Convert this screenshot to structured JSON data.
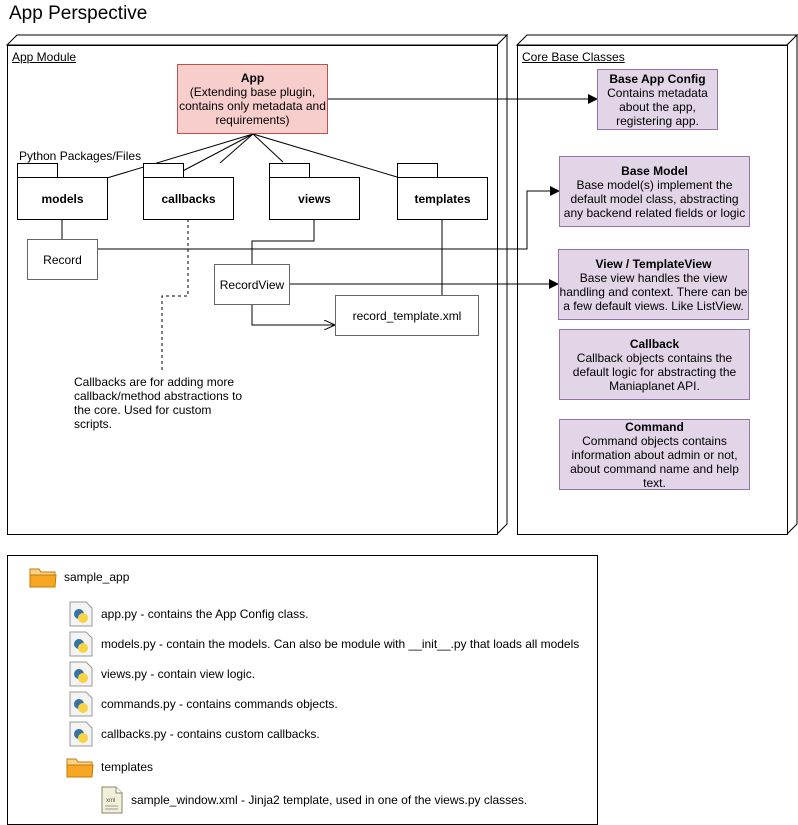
{
  "title": "App Perspective",
  "app_module": {
    "label": "App Module",
    "app_box": {
      "title": "App",
      "desc": "(Extending base plugin, contains only metadata and requirements)"
    },
    "packages_label": "Python Packages/Files",
    "packages": [
      "models",
      "callbacks",
      "views",
      "templates"
    ],
    "record": "Record",
    "record_view": "RecordView",
    "record_template": "record_template.xml",
    "callbacks_note": "Callbacks are for adding more callback/method abstractions to the core. Used for custom scripts."
  },
  "core": {
    "label": "Core Base Classes",
    "boxes": [
      {
        "title": "Base App Config",
        "desc": "Contains metadata about the app, registering app."
      },
      {
        "title": "Base Model",
        "desc": "Base model(s) implement the default model class, abstracting any backend related fields or logic"
      },
      {
        "title": "View / TemplateView",
        "desc": "Base view handles the view handling and context. There can be a few default views. Like ListView."
      },
      {
        "title": "Callback",
        "desc": "Callback objects contains the default logic for abstracting the Maniaplanet API."
      },
      {
        "title": "Command",
        "desc": "Command objects contains information about admin or not, about command name and help text."
      }
    ]
  },
  "tree": {
    "root": "sample_app",
    "files": [
      "app.py - contains the App Config class.",
      "models.py - contain the models. Can also be module with __init__.py that loads all models",
      "views.py - contain view logic.",
      "commands.py - contains commands objects.",
      "callbacks.py - contains custom callbacks."
    ],
    "folder": "templates",
    "xml_file": "sample_window.xml - Jinja2 template, used in one of the views.py classes.",
    "xml_icon_text": "xml"
  },
  "colors": {
    "pink_fill": "#f8cecc",
    "pink_stroke": "#b85450",
    "purple_fill": "#e1d5e7",
    "purple_stroke": "#9673a6",
    "folder": "#f5a623"
  }
}
